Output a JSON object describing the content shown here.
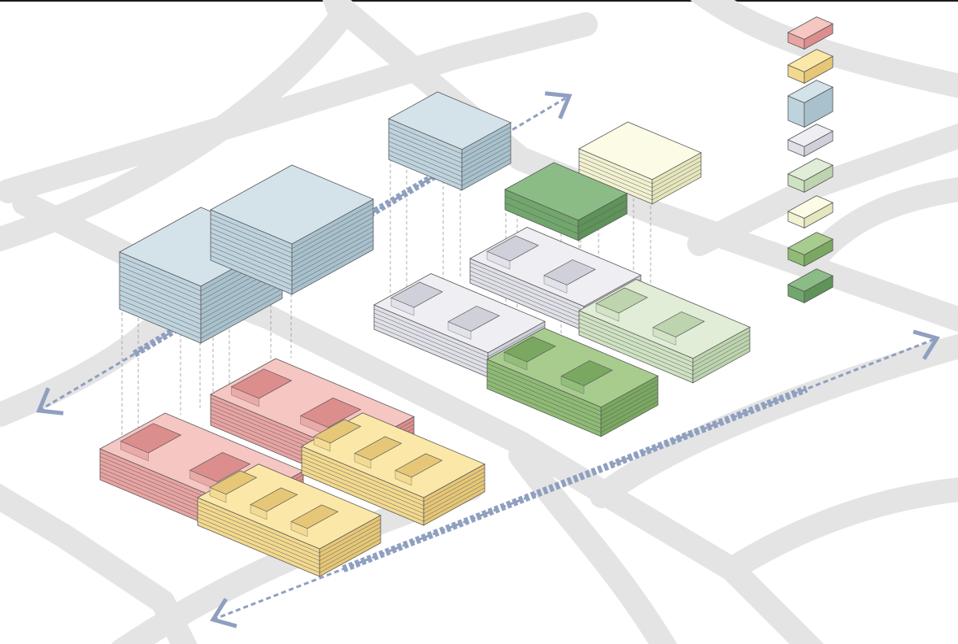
{
  "palette": {
    "road": "#e4e4e4",
    "arrow": "#8f9fbf",
    "stroke": "#5a5a5a",
    "guide": "#9a9a9a"
  },
  "legend": [
    {
      "id": "pink",
      "top": "#f6c6c3",
      "left": "#e8a4a2",
      "right": "#dc8e8d"
    },
    {
      "id": "yellow",
      "top": "#fbe8a8",
      "left": "#f3d98e",
      "right": "#e6c777"
    },
    {
      "id": "blue",
      "top": "#d4e3ea",
      "left": "#bed3dd",
      "right": "#a8c1cd"
    },
    {
      "id": "grey",
      "top": "#eeeef3",
      "left": "#e0e0e8",
      "right": "#d0d0da"
    },
    {
      "id": "pale-green",
      "top": "#e1edd6",
      "left": "#cfe2c2",
      "right": "#bdd4ae"
    },
    {
      "id": "cream",
      "top": "#fbfbe6",
      "left": "#f2f2d2",
      "right": "#e6e6bd"
    },
    {
      "id": "mid-green",
      "top": "#a8cc8e",
      "left": "#8fbb75",
      "right": "#7aa861"
    },
    {
      "id": "dark-green",
      "top": "#8cbc86",
      "left": "#71a66c",
      "right": "#5e935a"
    }
  ],
  "icons": [
    "arrow-double-icon",
    "legend-block-icon"
  ]
}
